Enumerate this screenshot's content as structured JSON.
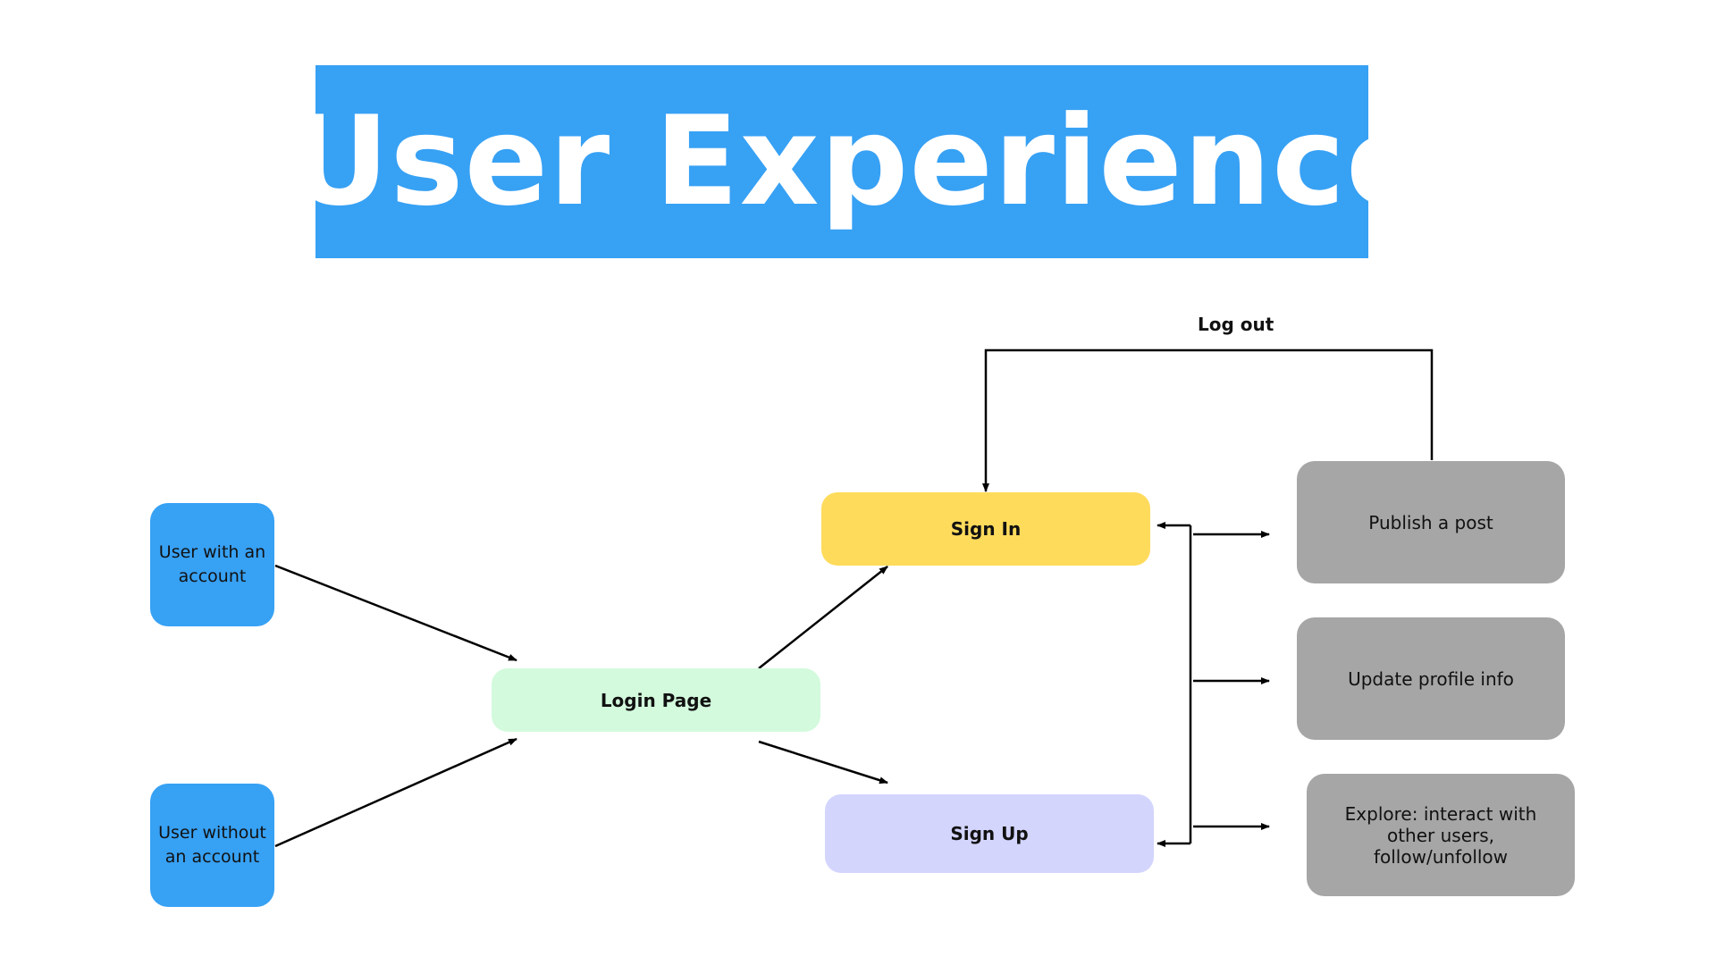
{
  "title": "User Experience",
  "colors": {
    "title_bg": "#37A1F4",
    "user_node": "#37A1F4",
    "login_page": "#D3FADD",
    "sign_in": "#FFDB5C",
    "sign_up": "#D3D5FD",
    "action_node": "#A6A6A6",
    "connector": "#000000"
  },
  "nodes": {
    "user_with_account": "User with an account",
    "user_without_account": "User without an account",
    "login_page": "Login Page",
    "sign_in": "Sign In",
    "sign_up": "Sign Up",
    "publish_post": "Publish a post",
    "update_profile": "Update profile info",
    "explore": "Explore: interact with other users, follow/unfollow"
  },
  "edges": [
    {
      "from": "user_with_account",
      "to": "login_page",
      "label": ""
    },
    {
      "from": "user_without_account",
      "to": "login_page",
      "label": ""
    },
    {
      "from": "login_page",
      "to": "sign_in",
      "label": ""
    },
    {
      "from": "login_page",
      "to": "sign_up",
      "label": ""
    },
    {
      "from": "sign_in",
      "to": "publish_post",
      "label": ""
    },
    {
      "from": "sign_in",
      "to": "update_profile",
      "label": ""
    },
    {
      "from": "sign_in",
      "to": "explore",
      "label": ""
    },
    {
      "from": "sign_up",
      "to": "publish_post",
      "label": ""
    },
    {
      "from": "sign_up",
      "to": "update_profile",
      "label": ""
    },
    {
      "from": "sign_up",
      "to": "explore",
      "label": ""
    },
    {
      "from": "publish_post",
      "to": "sign_in",
      "label": "Log out"
    }
  ],
  "edge_labels": {
    "logout": "Log out"
  }
}
